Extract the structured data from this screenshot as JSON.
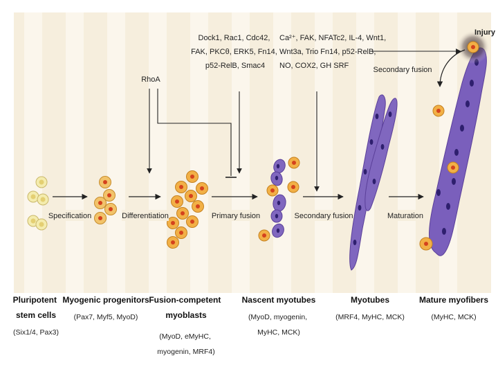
{
  "stages": [
    {
      "title_lines": [
        "Pluripotent",
        "stem cells"
      ],
      "sub_lines": [
        "(Six1/4, Pax3)"
      ]
    },
    {
      "title_lines": [
        "Myogenic progenitors"
      ],
      "sub_lines": [
        "(Pax7, Myf5, MyoD)"
      ]
    },
    {
      "title_lines": [
        "Fusion-competent",
        "myoblasts"
      ],
      "sub_lines": [
        "(MyoD, eMyHC,",
        "myogenin, MRF4)"
      ]
    },
    {
      "title_lines": [
        "Nascent myotubes"
      ],
      "sub_lines": [
        "(MyoD, myogenin,",
        "MyHC, MCK)"
      ]
    },
    {
      "title_lines": [
        "Myotubes"
      ],
      "sub_lines": [
        "(MRF4, MyHC, MCK)"
      ]
    },
    {
      "title_lines": [
        "Mature myofibers"
      ],
      "sub_lines": [
        "(MyHC, MCK)"
      ]
    }
  ],
  "steps": {
    "specification": "Specification",
    "differentiation": "Differentiation",
    "primary_fusion": "Primary fusion",
    "secondary_fusion_low": "Secondary fusion",
    "maturation": "Maturation",
    "secondary_fusion_top": "Secondary fusion"
  },
  "regulators": {
    "rhoa": "RhoA",
    "primary": [
      "Dock1, Rac1, Cdc42,",
      "FAK, PKCθ, ERK5, Fn14,",
      "p52-RelB, Smac4"
    ],
    "secondary": [
      "Ca²⁺, FAK, NFATc2, IL-4, Wnt1,",
      "Wnt3a, Trio Fn14, p52-RelB,",
      "NO, COX2, GH SRF"
    ]
  },
  "injury": "Injury",
  "colors": {
    "background": "#f6eedd",
    "stripe": "#fbf6ec",
    "stem_cell": "#f4ecae",
    "myoblast": "#f2b046",
    "nucleus_orange": "#d4421d",
    "myotube": "#8067bf",
    "myotube_dark": "#5a3f99",
    "myofiber_nucleus": "#2e1f6e"
  }
}
